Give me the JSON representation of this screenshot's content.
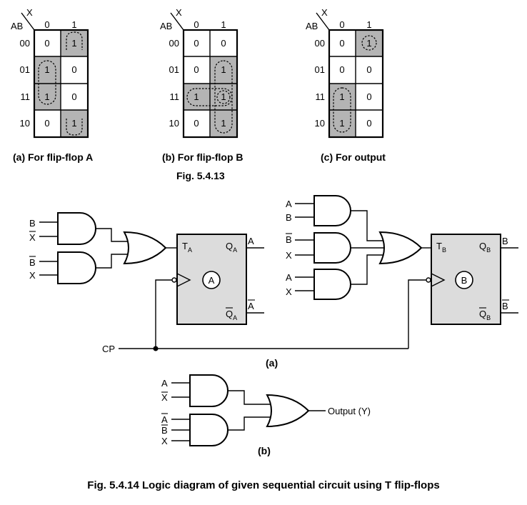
{
  "kmaps": [
    {
      "id": "a",
      "col_var": "X",
      "row_var": "AB",
      "col_headers": [
        "0",
        "1"
      ],
      "row_headers": [
        "00",
        "01",
        "11",
        "10"
      ],
      "cells": [
        [
          "0",
          "1"
        ],
        [
          "1",
          "0"
        ],
        [
          "1",
          "0"
        ],
        [
          "0",
          "1"
        ]
      ],
      "caption": "(a) For flip-flop A"
    },
    {
      "id": "b",
      "col_var": "X",
      "row_var": "AB",
      "col_headers": [
        "0",
        "1"
      ],
      "row_headers": [
        "00",
        "01",
        "11",
        "10"
      ],
      "cells": [
        [
          "0",
          "0"
        ],
        [
          "0",
          "1"
        ],
        [
          "1",
          "1"
        ],
        [
          "0",
          "1"
        ]
      ],
      "caption": "(b) For flip-flop B"
    },
    {
      "id": "c",
      "col_var": "X",
      "row_var": "AB",
      "col_headers": [
        "0",
        "1"
      ],
      "row_headers": [
        "00",
        "01",
        "11",
        "10"
      ],
      "cells": [
        [
          "0",
          "1"
        ],
        [
          "0",
          "0"
        ],
        [
          "1",
          "0"
        ],
        [
          "1",
          "0"
        ]
      ],
      "caption": "(c) For output"
    }
  ],
  "fig_5_4_13": "Fig. 5.4.13",
  "circuit_a": {
    "ffa_inputs": [
      "B",
      "X",
      "B",
      "X"
    ],
    "ffb_inputs": [
      "A",
      "B",
      "B",
      "X",
      "A",
      "X"
    ],
    "ffa": {
      "t_main": "T",
      "t_sub": "A",
      "q_main": "Q",
      "q_sub": "A",
      "qbar_main": "Q",
      "qbar_sub": "A",
      "circle": "A",
      "out": "A",
      "out_bar": "A"
    },
    "ffb": {
      "t_main": "T",
      "t_sub": "B",
      "q_main": "Q",
      "q_sub": "B",
      "qbar_main": "Q",
      "qbar_sub": "B",
      "circle": "B",
      "out": "B",
      "out_bar": "B"
    },
    "clock": "CP",
    "label": "(a)"
  },
  "circuit_b": {
    "inputs": [
      "A",
      "X",
      "A",
      "B",
      "X"
    ],
    "output": "Output (Y)",
    "label": "(b)"
  },
  "fig_5_4_14": "Fig. 5.4.14 Logic diagram of given sequential circuit using T flip-flops"
}
